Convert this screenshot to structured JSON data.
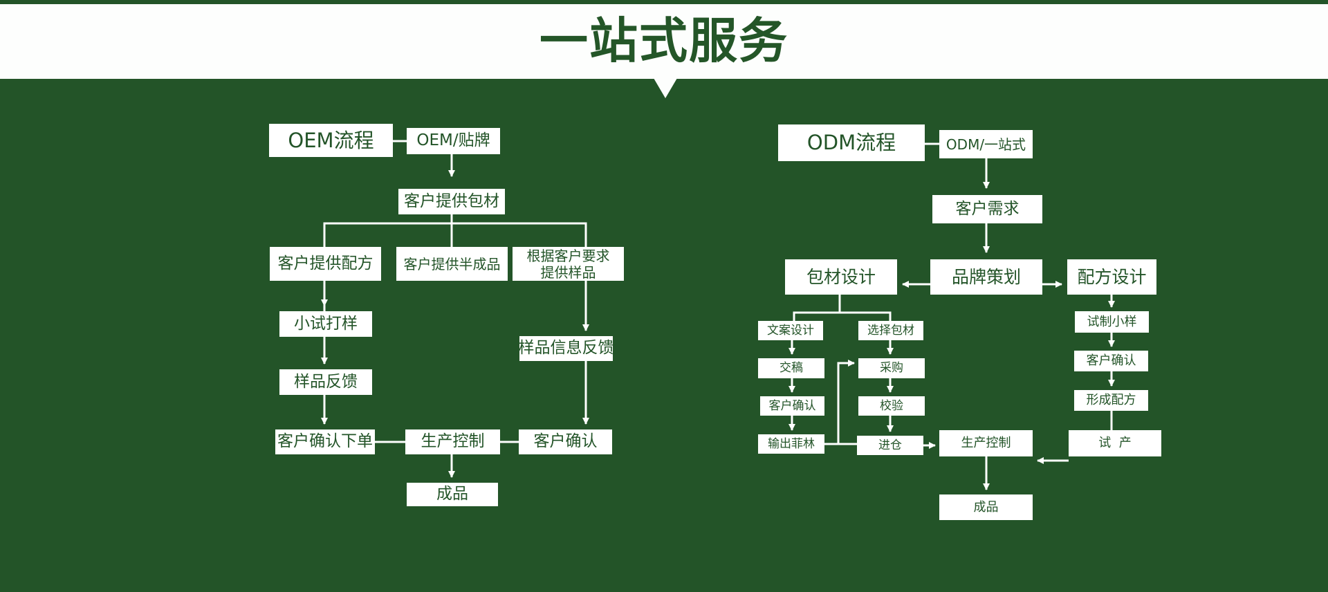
{
  "title": "一站式服务",
  "colors": {
    "background": "#235428",
    "box": "#ffffff",
    "text": "#235428"
  },
  "oem": {
    "header": "OEM流程",
    "start": "OEM/贴牌",
    "packaging": "客户提供包材",
    "formula": "客户提供配方",
    "semi": "客户提供半成品",
    "sample_line1": "根据客户要求",
    "sample_line2": "提供样品",
    "trial": "小试打样",
    "feedback": "样品反馈",
    "sample_feedback": "样品信息反馈",
    "confirm_order": "客户确认下单",
    "production": "生产控制",
    "confirm": "客户确认",
    "product": "成品"
  },
  "odm": {
    "header": "ODM流程",
    "start": "ODM/一站式",
    "demand": "客户需求",
    "brand": "品牌策划",
    "pack_design": "包材设计",
    "formula_design": "配方设计",
    "copy_design": "文案设计",
    "choose_pack": "选择包材",
    "submit": "交稿",
    "purchase": "采购",
    "client_confirm": "客户确认",
    "inspect": "校验",
    "film": "输出菲林",
    "warehouse": "进仓",
    "trial_sample": "试制小样",
    "client_confirm2": "客户确认",
    "form_formula": "形成配方",
    "trial_production": "试  产",
    "production": "生产控制",
    "product": "成品"
  }
}
